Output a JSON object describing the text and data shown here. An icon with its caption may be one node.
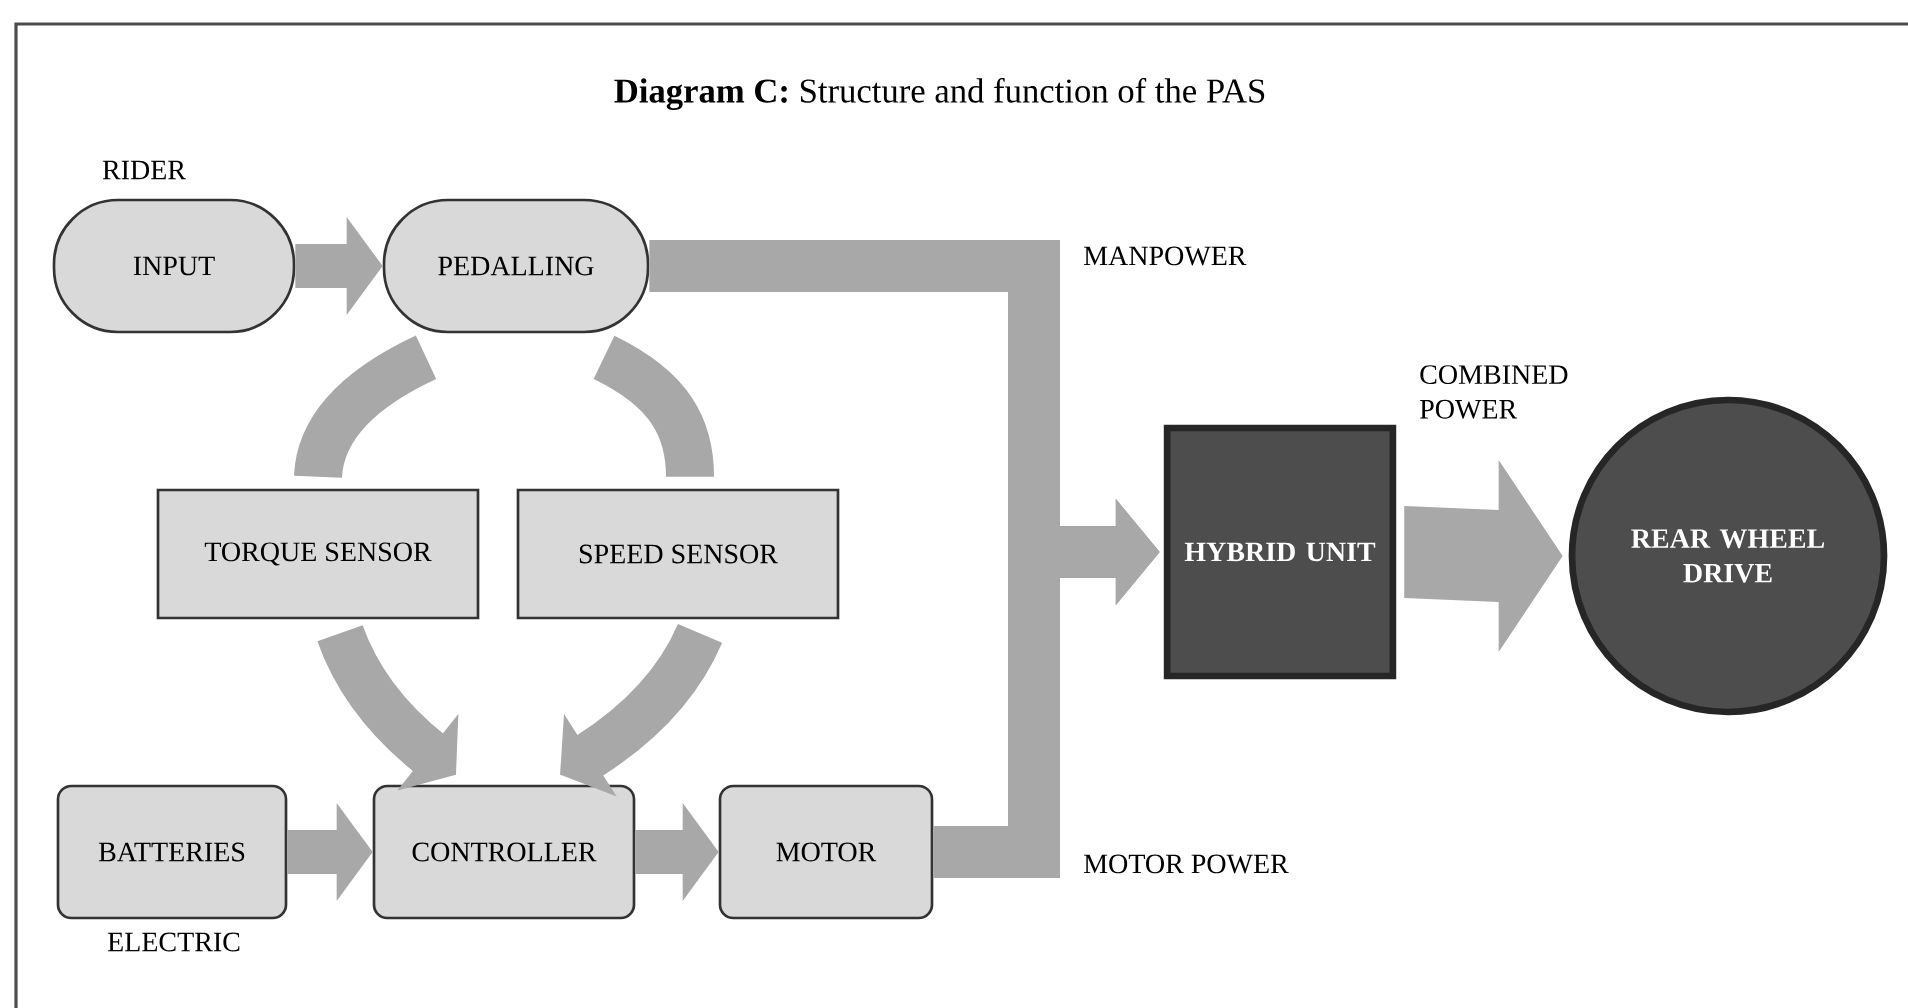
{
  "diagram": {
    "title": "**Diagram C:** Structure and function of the PAS",
    "nodes": [
      {
        "text": [
          "INPUT"
        ],
        "beside": [
          "RIDER"
        ]
      },
      {
        "text": [
          "PEDALLING"
        ]
      },
      {
        "text": [
          "TORQUE SENSOR"
        ]
      },
      {
        "text": [
          "SPEED SENSOR"
        ]
      },
      {
        "text": [
          "BATTERIES"
        ],
        "beside": [
          "ELECTRIC"
        ]
      },
      {
        "text": [
          "CONTROLLER"
        ]
      },
      {
        "text": [
          "MOTOR"
        ]
      },
      {
        "text": [
          "HYBRID UNIT"
        ]
      },
      {
        "text": [
          "REAR WHEEL DRIVE"
        ]
      }
    ],
    "edges": [
      {
        "from": 0,
        "to": 1,
        "arrow": "to"
      },
      {
        "from": 1,
        "to": 2,
        "arrow": "none"
      },
      {
        "from": 1,
        "to": 3,
        "arrow": "none"
      },
      {
        "from": 2,
        "to": 5,
        "arrow": "to"
      },
      {
        "from": 3,
        "to": 5,
        "arrow": "to"
      },
      {
        "from": 4,
        "to": 5,
        "arrow": "to"
      },
      {
        "from": 5,
        "to": 6,
        "arrow": "to"
      },
      {
        "from": 1,
        "to": 7,
        "label": "MANPOWER",
        "arrow": "to"
      },
      {
        "from": 6,
        "to": 7,
        "label": "MOTOR POWER",
        "arrow": "to"
      },
      {
        "from": 7,
        "to": 8,
        "label": "COMBINED POWER",
        "arrow": "to",
        "style": "thick"
      }
    ]
  }
}
